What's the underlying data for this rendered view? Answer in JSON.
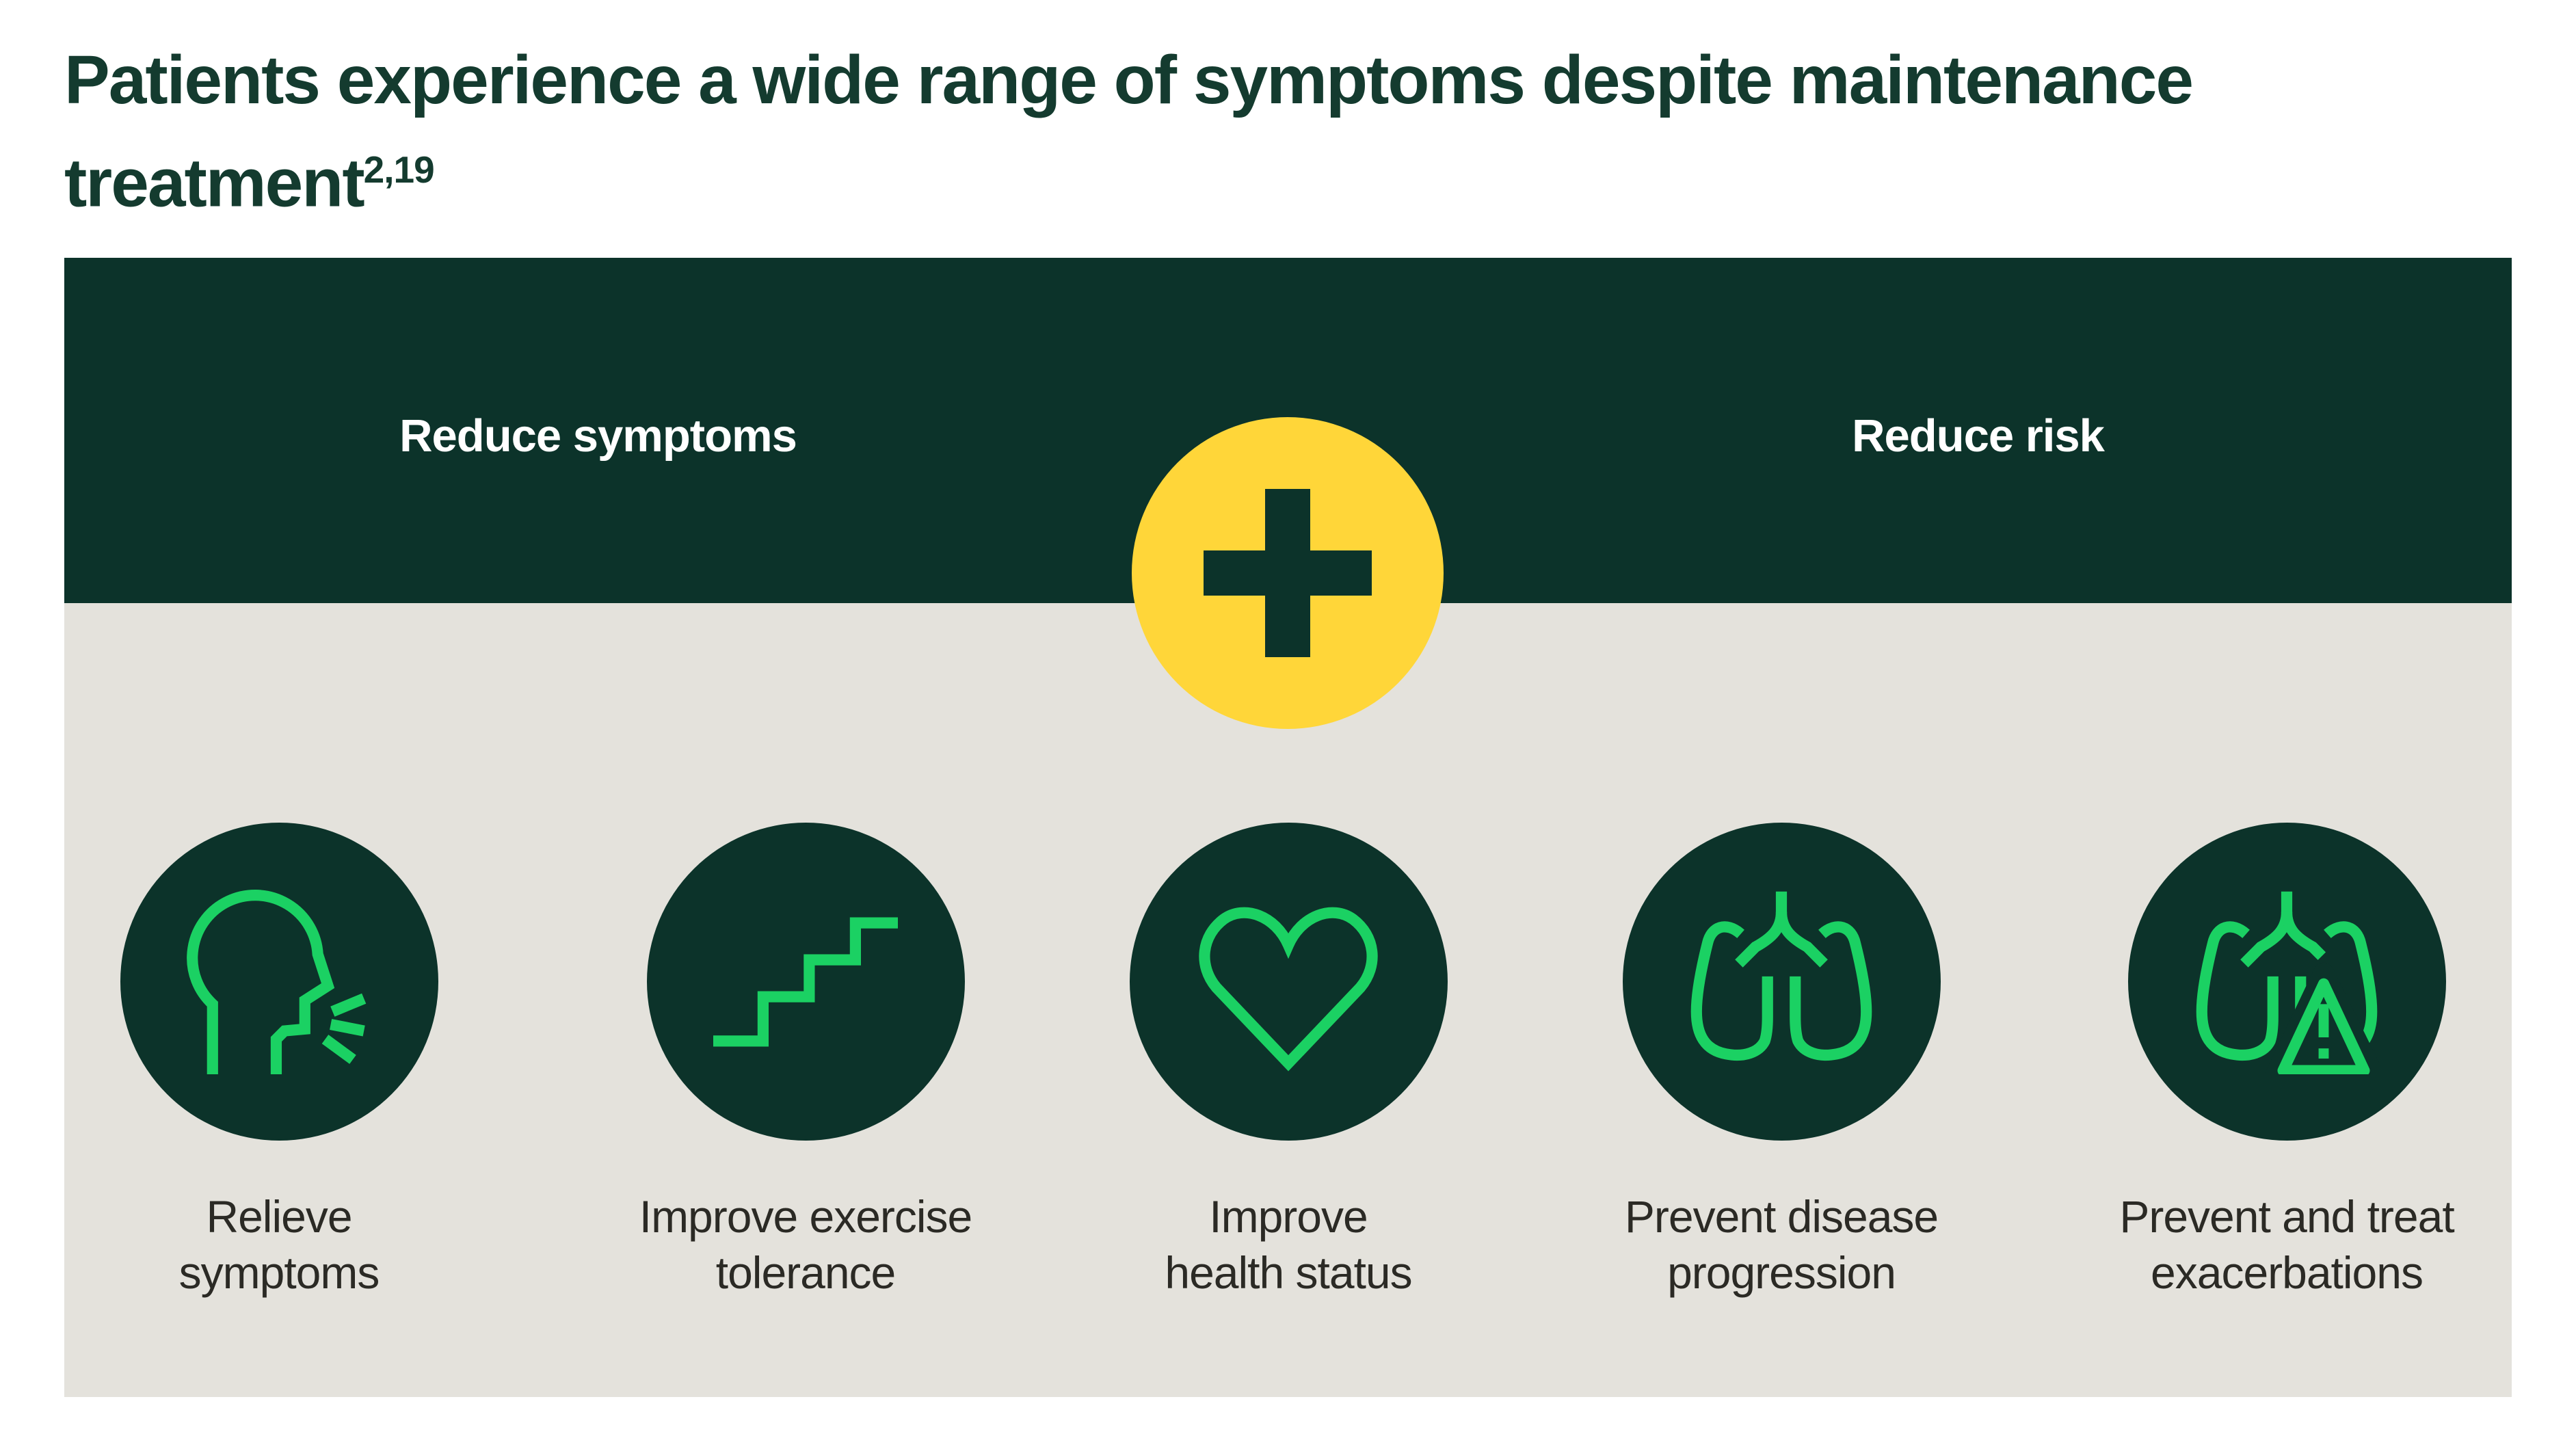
{
  "title": {
    "text": "Patients experience a wide range of symptoms despite maintenance treatment",
    "superscript": "2,19"
  },
  "banner": {
    "left_label": "Reduce symptoms",
    "right_label": "Reduce risk",
    "center_icon": "plus-icon"
  },
  "goals": [
    {
      "icon": "coughing-person-icon",
      "label": "Relieve\nsymptoms"
    },
    {
      "icon": "stairs-icon",
      "label": "Improve exercise\ntolerance"
    },
    {
      "icon": "heart-icon",
      "label": "Improve\nhealth status"
    },
    {
      "icon": "lungs-icon",
      "label": "Prevent disease\nprogression"
    },
    {
      "icon": "lungs-warning-icon",
      "label": "Prevent and treat\nexacerbations"
    }
  ],
  "colors": {
    "dark_green": "#0c332a",
    "title_green": "#143b2f",
    "accent_green": "#1bd163",
    "plus_yellow": "#ffd639",
    "panel_gray": "#e4e2dc",
    "label_text": "#2b2a25",
    "banner_text": "#ffffff"
  }
}
